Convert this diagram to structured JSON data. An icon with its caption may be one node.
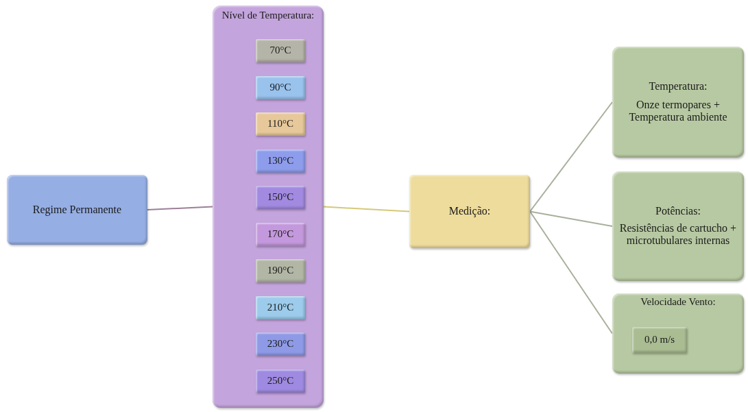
{
  "diagram": {
    "nodes": [
      {
        "text": [
          "Regime Permanente"
        ]
      },
      {
        "text": [
          "Nível de Temperatura:"
        ]
      },
      {
        "text": [
          "70°C"
        ],
        "in": 1
      },
      {
        "text": [
          "90°C"
        ],
        "in": 1
      },
      {
        "text": [
          "110°C"
        ],
        "in": 1
      },
      {
        "text": [
          "130°C"
        ],
        "in": 1
      },
      {
        "text": [
          "150°C"
        ],
        "in": 1
      },
      {
        "text": [
          "170°C"
        ],
        "in": 1
      },
      {
        "text": [
          "190°C"
        ],
        "in": 1
      },
      {
        "text": [
          "210°C"
        ],
        "in": 1
      },
      {
        "text": [
          "230°C"
        ],
        "in": 1
      },
      {
        "text": [
          "250°C"
        ],
        "in": 1
      },
      {
        "text": [
          "Medição:"
        ]
      },
      {
        "text": [
          "Temperatura:",
          "Onze termopares + Temperatura ambiente"
        ]
      },
      {
        "text": [
          "Potências:",
          "Resistências de cartucho + microtubulares internas"
        ]
      },
      {
        "text": [
          "Velocidade Vento:"
        ]
      },
      {
        "text": [
          "0,0 m/s"
        ],
        "in": 15
      }
    ],
    "edges": [
      {
        "from": 0,
        "to": 1,
        "arrow": "none",
        "color": "#9c7f98"
      },
      {
        "from": 1,
        "to": 12,
        "arrow": "none",
        "color": "#d6c878"
      },
      {
        "from": 12,
        "to": 13,
        "arrow": "none"
      },
      {
        "from": 12,
        "to": 14,
        "arrow": "none"
      },
      {
        "from": 12,
        "to": 15,
        "arrow": "none"
      }
    ]
  }
}
